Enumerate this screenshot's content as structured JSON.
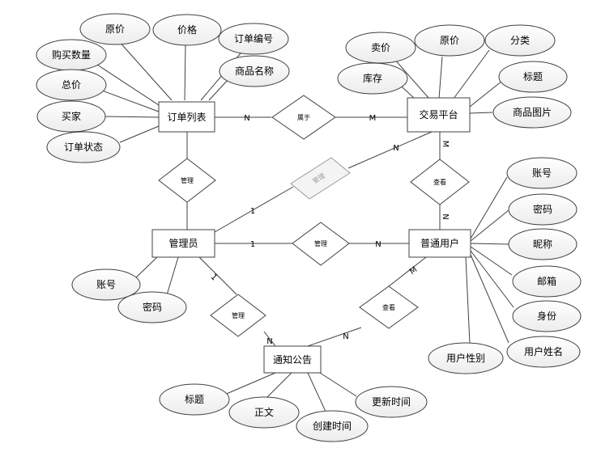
{
  "entities": [
    {
      "id": "order",
      "label": "订单列表"
    },
    {
      "id": "trade",
      "label": "交易平台"
    },
    {
      "id": "admin",
      "label": "管理员"
    },
    {
      "id": "user",
      "label": "普通用户"
    },
    {
      "id": "notice",
      "label": "通知公告"
    }
  ],
  "attributes": [
    {
      "id": "order-orig-price",
      "label": "原价",
      "entity": "order"
    },
    {
      "id": "order-price",
      "label": "价格",
      "entity": "order"
    },
    {
      "id": "order-no",
      "label": "订单编号",
      "entity": "order"
    },
    {
      "id": "order-qty",
      "label": "购买数量",
      "entity": "order"
    },
    {
      "id": "order-goods-name",
      "label": "商品名称",
      "entity": "order"
    },
    {
      "id": "order-total",
      "label": "总价",
      "entity": "order"
    },
    {
      "id": "order-buyer",
      "label": "买家",
      "entity": "order"
    },
    {
      "id": "order-status",
      "label": "订单状态",
      "entity": "order"
    },
    {
      "id": "trade-sell-price",
      "label": "卖价",
      "entity": "trade"
    },
    {
      "id": "trade-orig-price",
      "label": "原价",
      "entity": "trade"
    },
    {
      "id": "trade-category",
      "label": "分类",
      "entity": "trade"
    },
    {
      "id": "trade-stock",
      "label": "库存",
      "entity": "trade"
    },
    {
      "id": "trade-title",
      "label": "标题",
      "entity": "trade"
    },
    {
      "id": "trade-image",
      "label": "商品图片",
      "entity": "trade"
    },
    {
      "id": "user-account",
      "label": "账号",
      "entity": "user"
    },
    {
      "id": "user-password",
      "label": "密码",
      "entity": "user"
    },
    {
      "id": "user-nickname",
      "label": "昵称",
      "entity": "user"
    },
    {
      "id": "user-email",
      "label": "邮箱",
      "entity": "user"
    },
    {
      "id": "user-identity",
      "label": "身份",
      "entity": "user"
    },
    {
      "id": "user-realname",
      "label": "用户姓名",
      "entity": "user"
    },
    {
      "id": "user-gender",
      "label": "用户性别",
      "entity": "user"
    },
    {
      "id": "admin-account",
      "label": "账号",
      "entity": "admin"
    },
    {
      "id": "admin-password",
      "label": "密码",
      "entity": "admin"
    },
    {
      "id": "notice-title",
      "label": "标题",
      "entity": "notice"
    },
    {
      "id": "notice-body",
      "label": "正文",
      "entity": "notice"
    },
    {
      "id": "notice-created",
      "label": "创建时间",
      "entity": "notice"
    },
    {
      "id": "notice-updated",
      "label": "更新时间",
      "entity": "notice"
    }
  ],
  "relationships": [
    {
      "id": "belongs",
      "label": "属于",
      "from": "order",
      "to": "trade",
      "from_card": "N",
      "to_card": "M"
    },
    {
      "id": "manage-order",
      "label": "管理",
      "from": "order",
      "to": "admin",
      "from_card": "",
      "to_card": ""
    },
    {
      "id": "manage-trade",
      "label": "管理",
      "from": "admin",
      "to": "trade",
      "from_card": "1",
      "to_card": "N",
      "faded": true
    },
    {
      "id": "view-trade",
      "label": "查看",
      "from": "trade",
      "to": "user",
      "from_card": "M",
      "to_card": "N"
    },
    {
      "id": "manage-user",
      "label": "管理",
      "from": "admin",
      "to": "user",
      "from_card": "1",
      "to_card": "N"
    },
    {
      "id": "manage-notice",
      "label": "管理",
      "from": "admin",
      "to": "notice",
      "from_card": "1",
      "to_card": "N"
    },
    {
      "id": "view-notice",
      "label": "查看",
      "from": "user",
      "to": "notice",
      "from_card": "M",
      "to_card": "N"
    }
  ]
}
